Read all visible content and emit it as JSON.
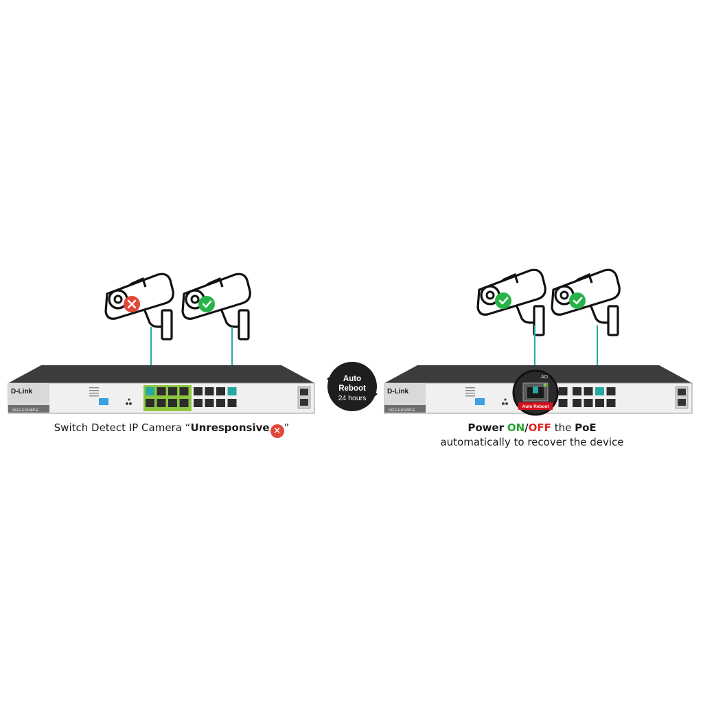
{
  "left_panel": {
    "switch": {
      "brand": "D-Link",
      "model": "DGS-F1018P-E",
      "ports": {
        "poe": 16,
        "sfp": 2
      },
      "highlight_color": "#28a99f"
    },
    "cameras": [
      {
        "status": "unresponsive",
        "badge_icon": "x-icon",
        "badge_color": "#e2473b"
      },
      {
        "status": "ok",
        "badge_icon": "check-icon",
        "badge_color": "#27b34a"
      }
    ],
    "caption": {
      "prefix": "Switch Detect IP Camera “",
      "status": "Unresponsive",
      "badge": "✕",
      "suffix": "”"
    }
  },
  "center_badge": {
    "line1": "Auto",
    "line2": "Reboot",
    "line3": "24 hours",
    "background": "#1e1e1e"
  },
  "right_panel": {
    "switch": {
      "brand": "D-Link",
      "model": "DGS-F1018P-E"
    },
    "cameras": [
      {
        "status": "ok",
        "badge_icon": "check-icon",
        "badge_color": "#27b34a"
      },
      {
        "status": "ok",
        "badge_icon": "check-icon",
        "badge_color": "#27b34a"
      }
    ],
    "zoom": {
      "label": "Auto Reboot",
      "led": "AO",
      "label_color": "#d3121d"
    },
    "caption": {
      "word_power": "Power",
      "word_on": "ON",
      "slash": "/",
      "word_off": "OFF",
      "word_the": "the",
      "word_poe": "PoE",
      "line2": "automatically to recover the device"
    }
  }
}
